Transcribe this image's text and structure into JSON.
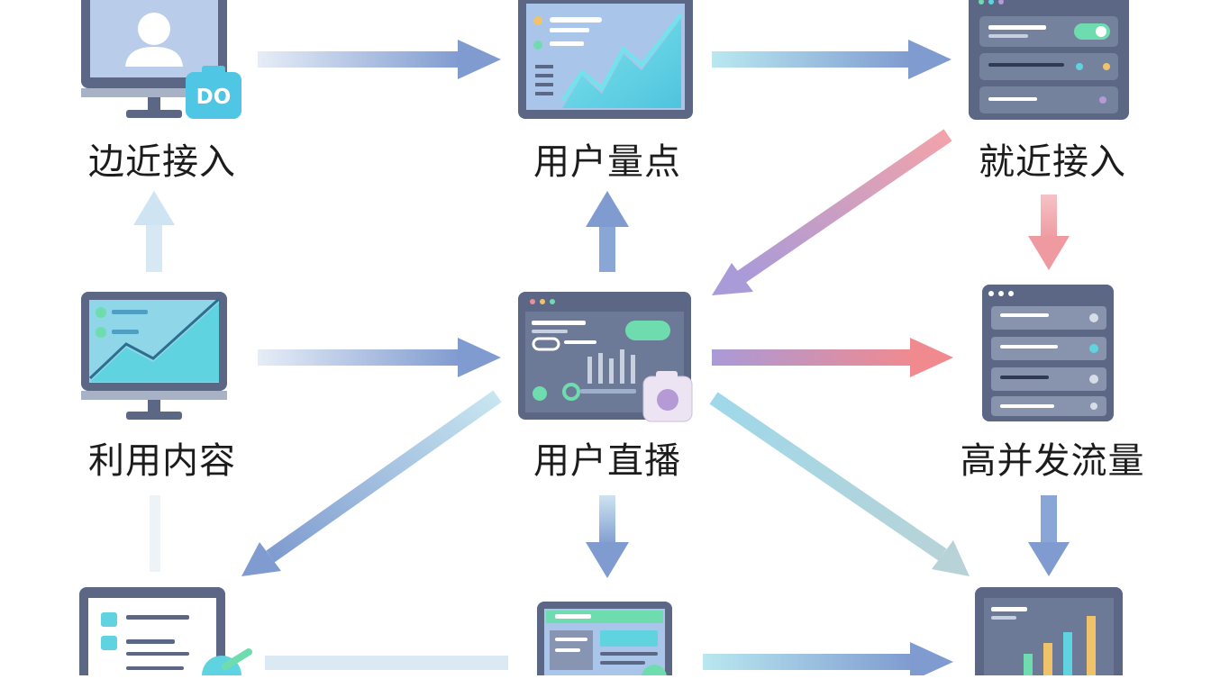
{
  "nodes": {
    "edge_access": {
      "label": "边近接入",
      "badge": "DO"
    },
    "user_count": {
      "label": "用户量点"
    },
    "nearby_access": {
      "label": "就近接入"
    },
    "use_content": {
      "label": "利用内容"
    },
    "user_live": {
      "label": "用户直播"
    },
    "high_traffic": {
      "label": "高并发流量"
    }
  },
  "colors": {
    "frame": "#5b6784",
    "frame_dark": "#4a5570",
    "screen_blue": "#a9c6ea",
    "teal": "#5fd3e0",
    "mint": "#6fdcb0",
    "arrow_blue": "#7f9bd0",
    "arrow_pink": "#ee8f96",
    "arrow_violet": "#b59ad6"
  }
}
